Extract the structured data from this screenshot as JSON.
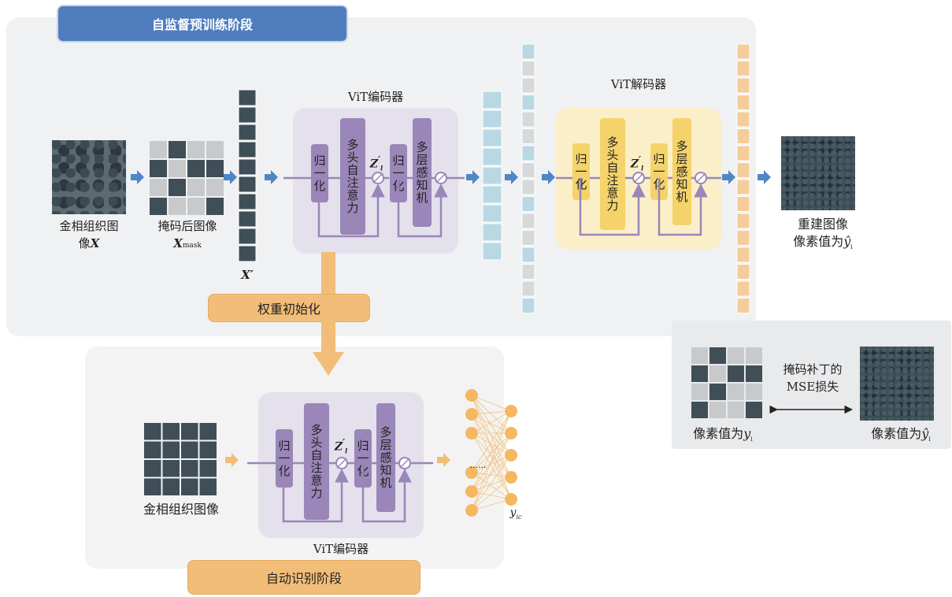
{
  "stage1": {
    "title": "自监督预训练阶段",
    "init_label": "权重初始化"
  },
  "stage2": {
    "title": "自动识别阶段"
  },
  "input": {
    "caption1": "金相组织图",
    "caption2": "像",
    "var": "X"
  },
  "masked": {
    "caption": "掩码后图像",
    "var": "X",
    "sub": "mask"
  },
  "patch_seq": {
    "var": "X′"
  },
  "encoder": {
    "title": "ViT编码器",
    "norm1": "归一化",
    "attn": "多头自注意力",
    "norm2": "归一化",
    "mlp": "多层感知机",
    "z_var": "Z",
    "z_sup": "′",
    "z_sub": "l"
  },
  "decoder": {
    "title": "ViT解码器",
    "norm1": "归一化",
    "attn": "多头自注意力",
    "norm2": "归一化",
    "mlp": "多层感知机",
    "z_var": "Z",
    "z_sup": "′",
    "z_sub": "l"
  },
  "recon": {
    "line1": "重建图像",
    "line2": "像素值为",
    "var": "ŷ",
    "sub": "i"
  },
  "loss": {
    "line1": "掩码补丁的",
    "line2": "MSE损失",
    "left_label": "像素值为",
    "left_var": "y",
    "left_sub": "i",
    "right_label": "像素值为",
    "right_var": "ŷ",
    "right_sub": "i"
  },
  "stage2_input": {
    "caption": "金相组织图像"
  },
  "encoder2": {
    "title": "ViT编码器",
    "norm1": "归一化",
    "attn": "多头自注意力",
    "norm2": "归一化",
    "mlp": "多层感知机",
    "z_var": "Z",
    "z_sup": "′",
    "z_sub": "l"
  },
  "output": {
    "var": "y",
    "sub": "ic",
    "dots": "......"
  },
  "colors": {
    "stage_bg": "#f0f1f3",
    "title_blue": "#4f7dbd",
    "encoder_bg": "#e4e0ec",
    "encoder_block": "#9a86b8",
    "decoder_bg": "#faefc8",
    "decoder_block": "#f5d36a",
    "orange": "#f2bd78",
    "arrow_blue": "#4f86c6",
    "neuron": "#f5b760"
  }
}
